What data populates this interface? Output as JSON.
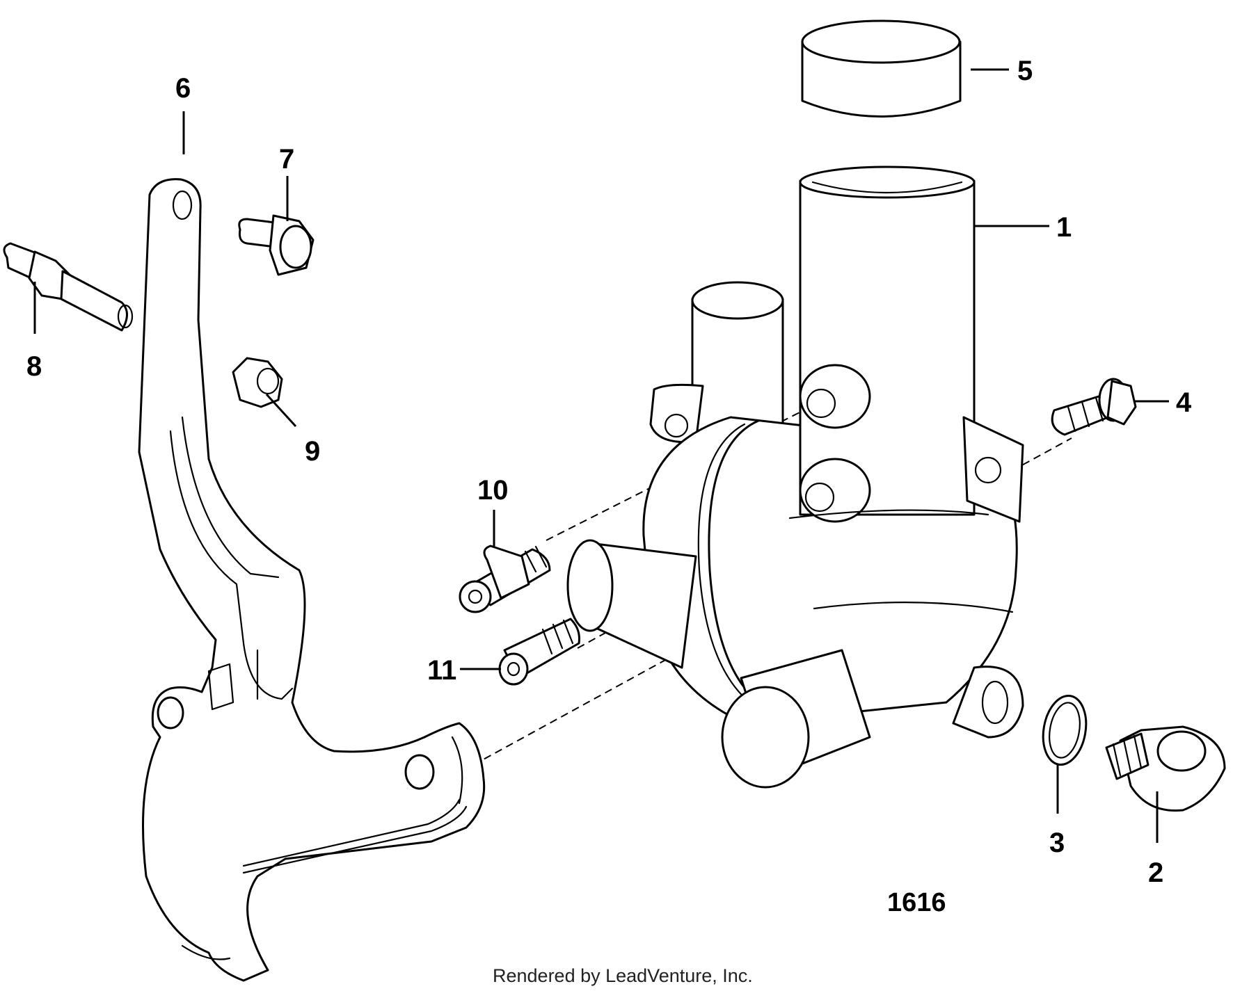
{
  "callouts": [
    {
      "id": "1",
      "label": "1"
    },
    {
      "id": "2",
      "label": "2"
    },
    {
      "id": "3",
      "label": "3"
    },
    {
      "id": "4",
      "label": "4"
    },
    {
      "id": "5",
      "label": "5"
    },
    {
      "id": "6",
      "label": "6"
    },
    {
      "id": "7",
      "label": "7"
    },
    {
      "id": "8",
      "label": "8"
    },
    {
      "id": "9",
      "label": "9"
    },
    {
      "id": "10",
      "label": "10"
    },
    {
      "id": "11",
      "label": "11"
    }
  ],
  "figure_number": "1616",
  "credit": "Rendered by LeadVenture, Inc."
}
